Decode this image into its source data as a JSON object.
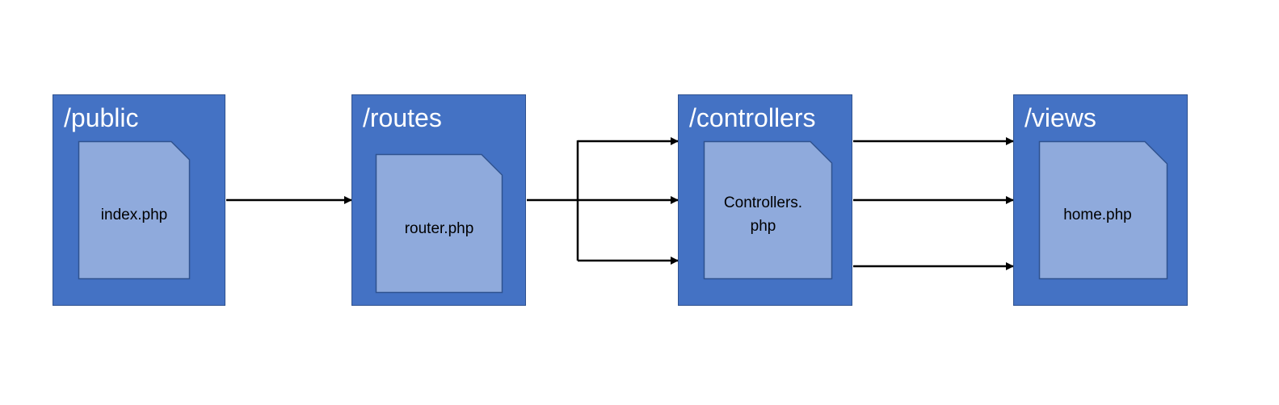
{
  "diagram": {
    "folders": [
      {
        "id": "public",
        "title": "/public",
        "file": "index.php"
      },
      {
        "id": "routes",
        "title": "/routes",
        "file": "router.php"
      },
      {
        "id": "controllers",
        "title": "/controllers",
        "file": "Controllers.\nphp"
      },
      {
        "id": "views",
        "title": "/views",
        "file": "home.php"
      }
    ],
    "colors": {
      "folder_fill": "#4472c4",
      "folder_border": "#2f528f",
      "file_fill": "#8faadc",
      "file_border": "#2f528f",
      "folder_title_text": "#ffffff",
      "arrow": "#000000"
    }
  }
}
